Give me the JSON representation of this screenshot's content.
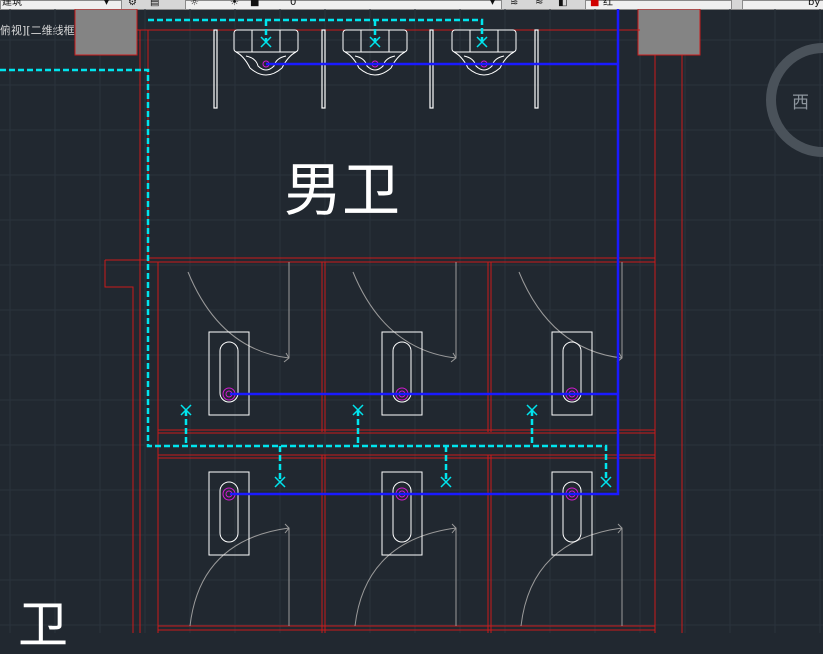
{
  "toolbar": {
    "style_value": "建筑",
    "layer_value": "0",
    "color_value": "红",
    "linetype_value": "by"
  },
  "viewport": {
    "label": "俯视][二维线框]"
  },
  "rooms": {
    "men_title": "男卫",
    "lower_title": "卫"
  },
  "viewcube": {
    "compass_west": "西"
  },
  "colors": {
    "background": "#212830",
    "grid": "#2b333d",
    "walls": "#cc1a1a",
    "fixtures": "#ffffff",
    "cold_water_pipe": "#00e5ee",
    "drain_pipe": "#1a1aff",
    "fixture_point": "#d21ad2",
    "door_swing": "#9a9a9a",
    "column_fill": "#848484"
  },
  "icons": {
    "toolbar": [
      "gear-icon",
      "layer-icon",
      "lightbulb-icon",
      "sun-icon",
      "lock-icon",
      "color-swatch-icon"
    ],
    "viewcube": "compass-ring-icon"
  }
}
